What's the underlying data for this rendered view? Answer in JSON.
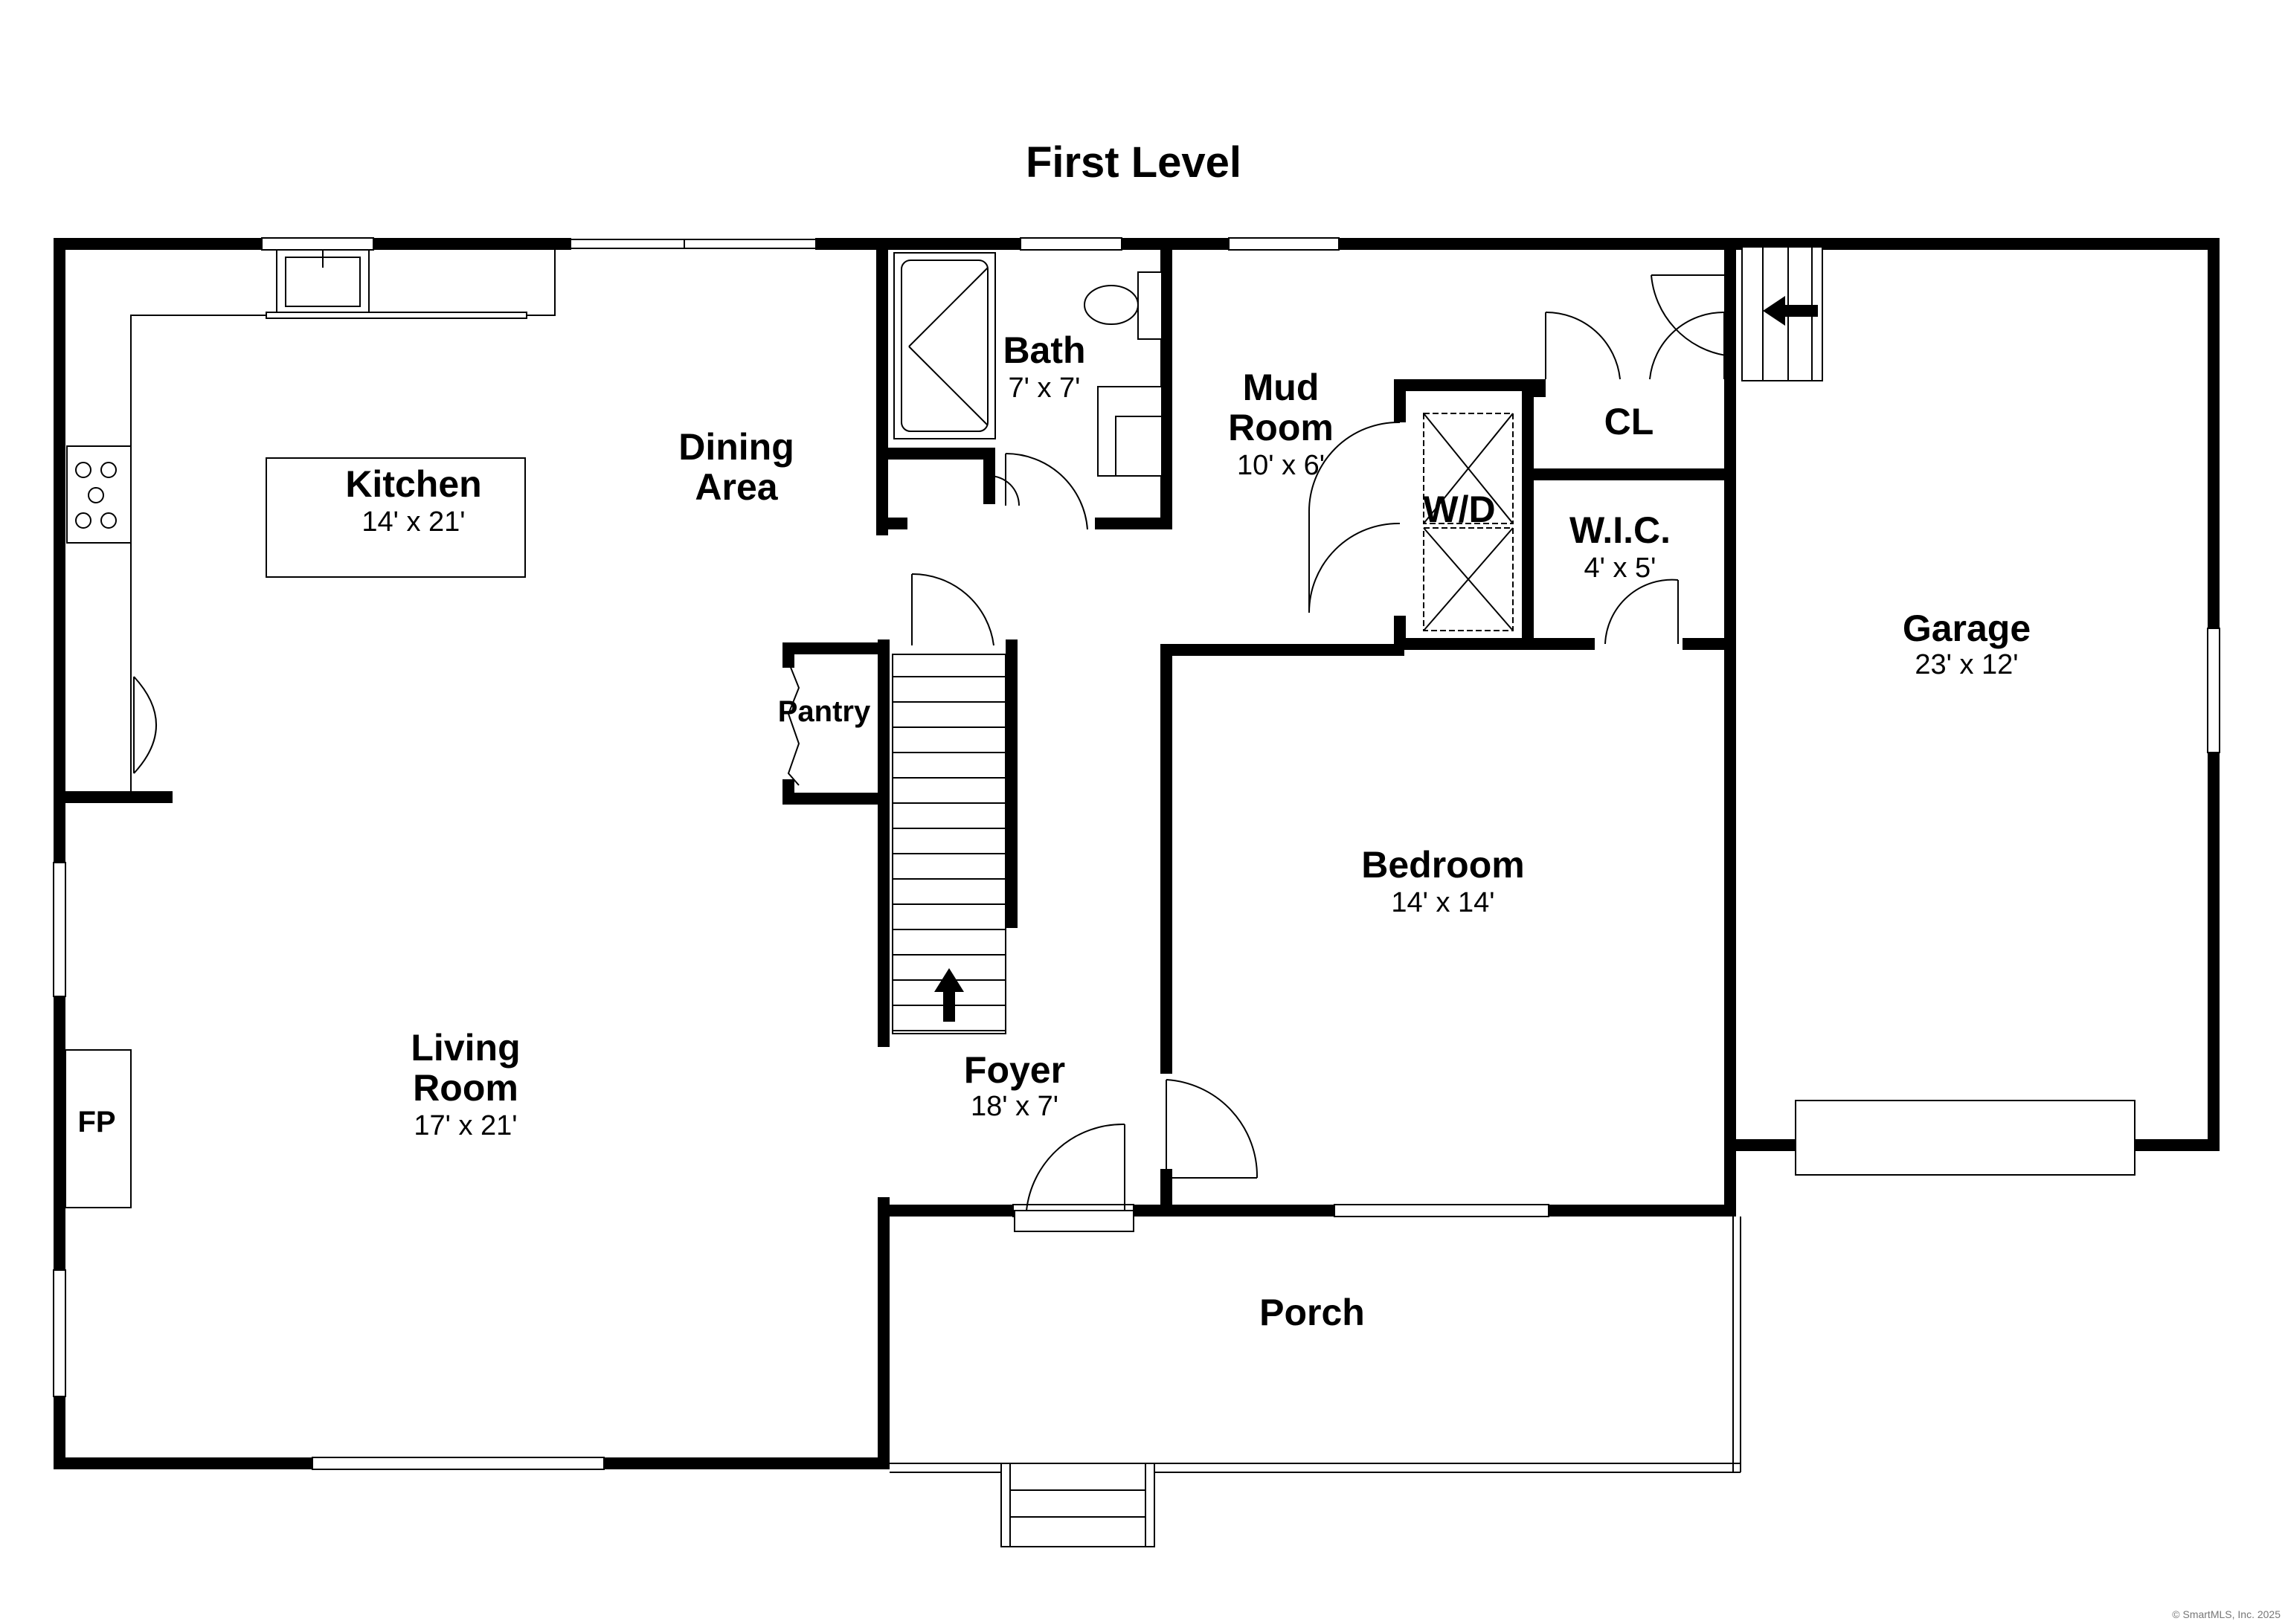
{
  "title": "First Level",
  "rooms": {
    "kitchen": {
      "name": "Kitchen",
      "dims": "14' x 21'"
    },
    "dining": {
      "name_line1": "Dining",
      "name_line2": "Area"
    },
    "bath": {
      "name": "Bath",
      "dims": "7' x 7'"
    },
    "mud_room": {
      "name_line1": "Mud",
      "name_line2": "Room",
      "dims": "10' x 6'"
    },
    "wd": {
      "name": "W/D"
    },
    "cl": {
      "name": "CL"
    },
    "wic": {
      "name": "W.I.C.",
      "dims": "4' x 5'"
    },
    "garage": {
      "name": "Garage",
      "dims": "23' x 12'"
    },
    "pantry": {
      "name": "Pantry"
    },
    "bedroom": {
      "name": "Bedroom",
      "dims": "14' x 14'"
    },
    "living": {
      "name_line1": "Living",
      "name_line2": "Room",
      "dims": "17' x 21'"
    },
    "fp": {
      "name": "FP"
    },
    "foyer": {
      "name": "Foyer",
      "dims": "18' x 7'"
    },
    "porch": {
      "name": "Porch"
    }
  },
  "credit": "© SmartMLS, Inc. 2025"
}
